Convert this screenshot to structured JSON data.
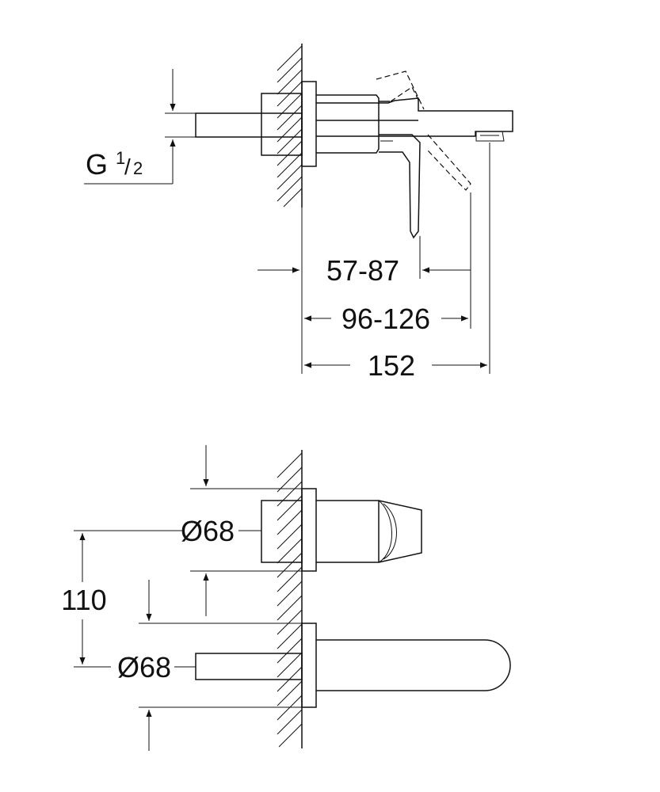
{
  "colors": {
    "stroke": "#111111",
    "background": "#ffffff"
  },
  "side_view": {
    "thread_label": {
      "base": "G",
      "numerator": "1",
      "slash": "/",
      "denominator": "2"
    },
    "dim_lever_reach": "57-87",
    "dim_lever_tip": "96-126",
    "dim_spout_length": "152"
  },
  "front_view": {
    "handle_rosette_diameter": "Ø68",
    "center_distance": "110",
    "spout_rosette_diameter": "Ø68"
  }
}
